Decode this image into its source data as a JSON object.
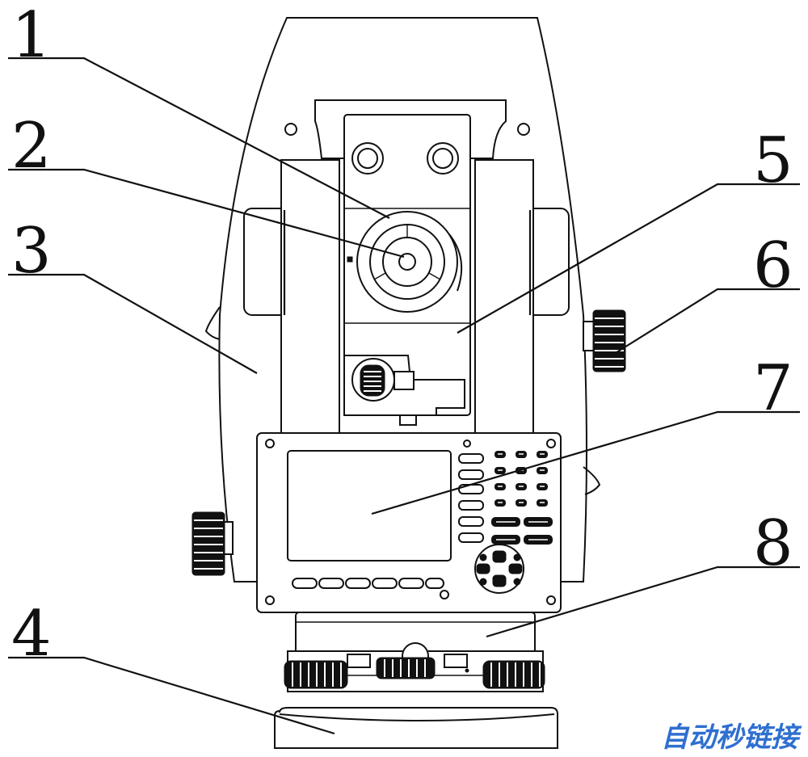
{
  "labels": {
    "n1": "1",
    "n2": "2",
    "n3": "3",
    "n4": "4",
    "n5": "5",
    "n6": "6",
    "n7": "7",
    "n8": "8"
  },
  "watermark": "自动秒链接",
  "colors": {
    "line": "#111111",
    "watermark": "#2f6fd0",
    "background": "#ffffff"
  }
}
